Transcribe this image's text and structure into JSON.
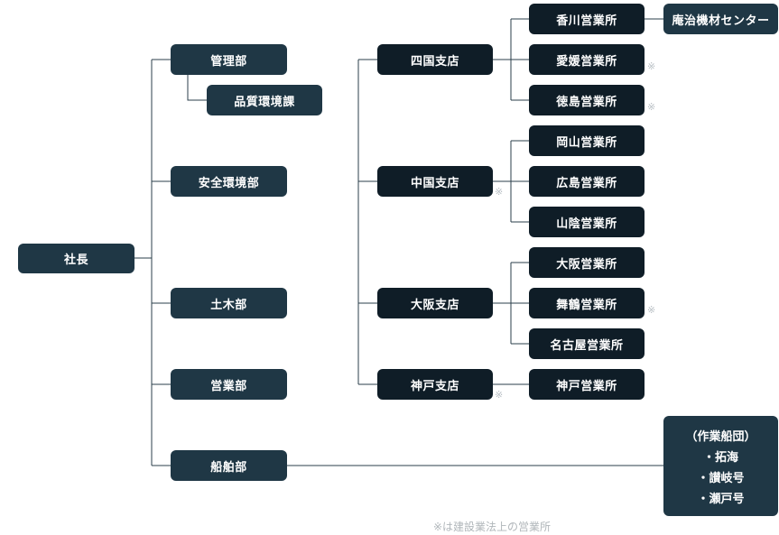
{
  "president": "社長",
  "departments": {
    "management": "管理部",
    "quality_env": "品質環境課",
    "safety_env": "安全環境部",
    "civil": "土木部",
    "sales": "営業部",
    "marine": "船舶部"
  },
  "branches": {
    "shikoku": "四国支店",
    "chugoku": "中国支店",
    "osaka": "大阪支店",
    "kobe": "神戸支店"
  },
  "offices": {
    "kagawa": "香川営業所",
    "ehime": "愛媛営業所",
    "tokushima": "徳島営業所",
    "okayama": "岡山営業所",
    "hiroshima": "広島営業所",
    "sanin": "山陰営業所",
    "osaka": "大阪営業所",
    "maizuru": "舞鶴営業所",
    "nagoya": "名古屋営業所",
    "kobe": "神戸営業所"
  },
  "anji_center": "庵治機材センター",
  "fleet": {
    "title": "（作業船団）",
    "items": [
      "・拓海",
      "・讃岐号",
      "・瀬戸号"
    ]
  },
  "mark": "※",
  "footnote": "※は建設業法上の営業所",
  "colors": {
    "box": "#1f3745",
    "box_dark": "#0f1d27",
    "line": "#2b3f4b",
    "mark": "#b9c0c5"
  }
}
